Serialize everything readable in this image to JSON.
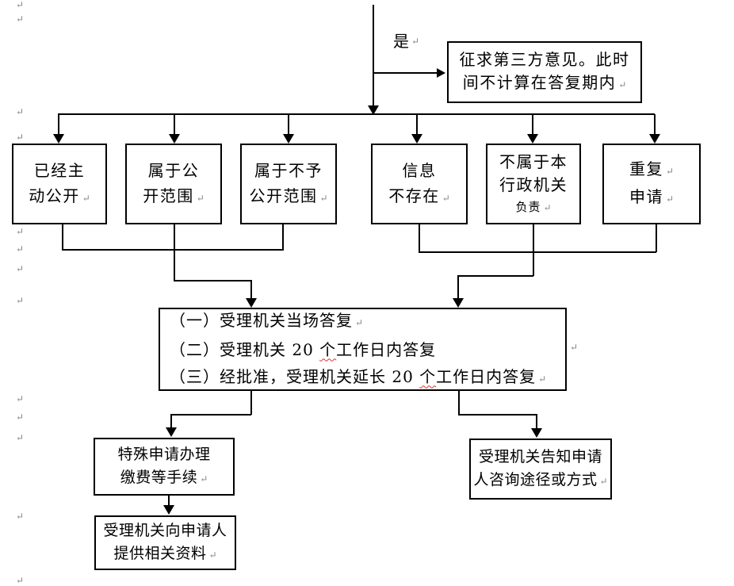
{
  "colors": {
    "background": "#ffffff",
    "line": "#000000",
    "text": "#000000",
    "paragraph_mark": "#848484",
    "spellcheck_squiggle": "#e03226"
  },
  "labels": {
    "yes": "是",
    "pilcrow": "↵"
  },
  "boxes": {
    "third_party": {
      "line1": "征求第三方意见。此时",
      "line2": "间不计算在答复期内"
    },
    "already_public": {
      "line1": "已经主",
      "line2": "动公开"
    },
    "within_scope": {
      "line1": "属于公",
      "line2": "开范围"
    },
    "not_public_scope": {
      "line1": "属于不予",
      "line2": "公开范围"
    },
    "info_not_exist": {
      "line1": "信息",
      "line2": "不存在"
    },
    "not_this_agency": {
      "line1": "不属于本",
      "line2": "行政机关",
      "line3": "负责"
    },
    "repeat_application": {
      "line1": "重复",
      "line2": "申请"
    },
    "reply_methods": {
      "item1": "（一）受理机关当场答复",
      "item2_pre": "（二）受理机关 20 ",
      "item2_marked": "个",
      "item2_post": "工作日内答复",
      "item3_pre": "（三）经批准，受理机关延长 20 ",
      "item3_marked": "个",
      "item3_post": "工作日内答复"
    },
    "special_procedure": {
      "line1": "特殊申请办理",
      "line2": "缴费等手续"
    },
    "provide_materials": {
      "line1": "受理机关向申请人",
      "line2": "提供相关资料"
    },
    "inform_channel": {
      "line1": "受理机关告知申请",
      "line2": "人咨询途径或方式"
    }
  }
}
